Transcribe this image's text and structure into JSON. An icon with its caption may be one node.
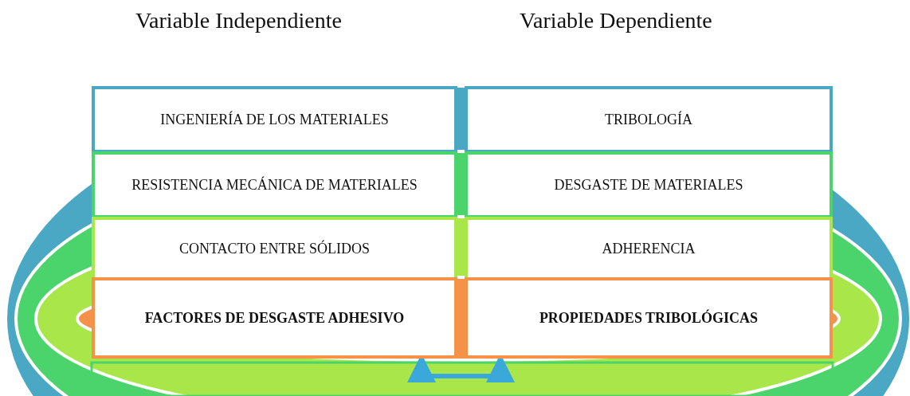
{
  "diagram": {
    "nodes": [
      {
        "text": [
          "INGENIERÍA DE LOS MATERIALES"
        ]
      },
      {
        "text": [
          "RESISTENCIA MECÁNICA DE MATERIALES"
        ]
      },
      {
        "text": [
          "CONTACTO ENTRE SÓLIDOS"
        ]
      },
      {
        "text": [
          "FACTORES DE DESGASTE ADHESIVO"
        ]
      },
      {
        "text": [
          "TRIBOLOGÍA"
        ]
      },
      {
        "text": [
          "DESGASTE DE MATERIALES"
        ]
      },
      {
        "text": [
          "ADHERENCIA"
        ]
      },
      {
        "text": [
          "PROPIEDADES TRIBOLÓGICAS"
        ]
      }
    ],
    "edges": [
      {
        "from": 3,
        "to": 7,
        "arrow": "both"
      }
    ],
    "labels": [
      "Variable Independiente",
      "Variable Dependiente"
    ]
  }
}
